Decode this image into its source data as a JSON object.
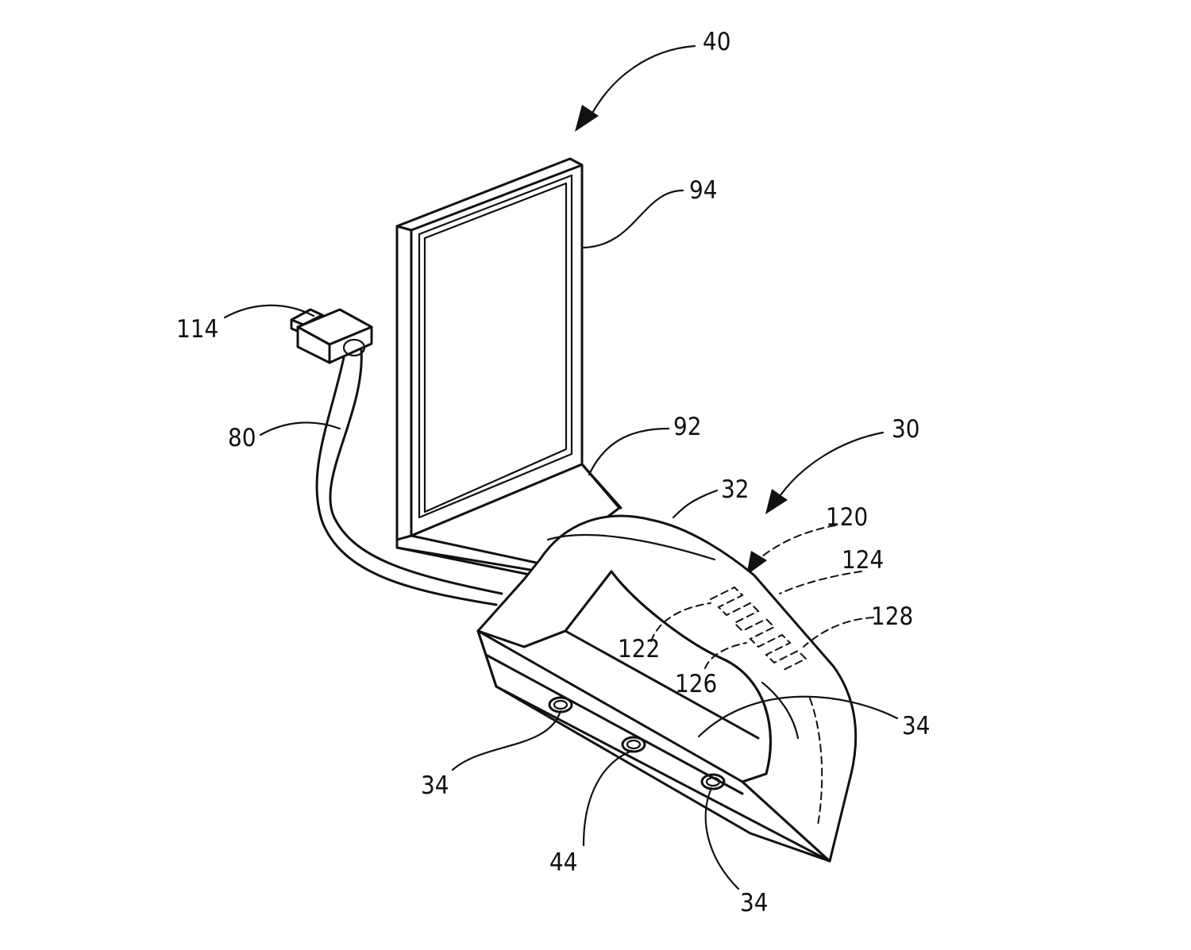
{
  "labels": {
    "l40": "40",
    "l94": "94",
    "l114": "114",
    "l80": "80",
    "l92": "92",
    "l30": "30",
    "l32": "32",
    "l120": "120",
    "l124": "124",
    "l128": "128",
    "l122": "122",
    "l126": "126",
    "l34_right": "34",
    "l34_left": "34",
    "l44": "44",
    "l34_bottom": "34"
  }
}
